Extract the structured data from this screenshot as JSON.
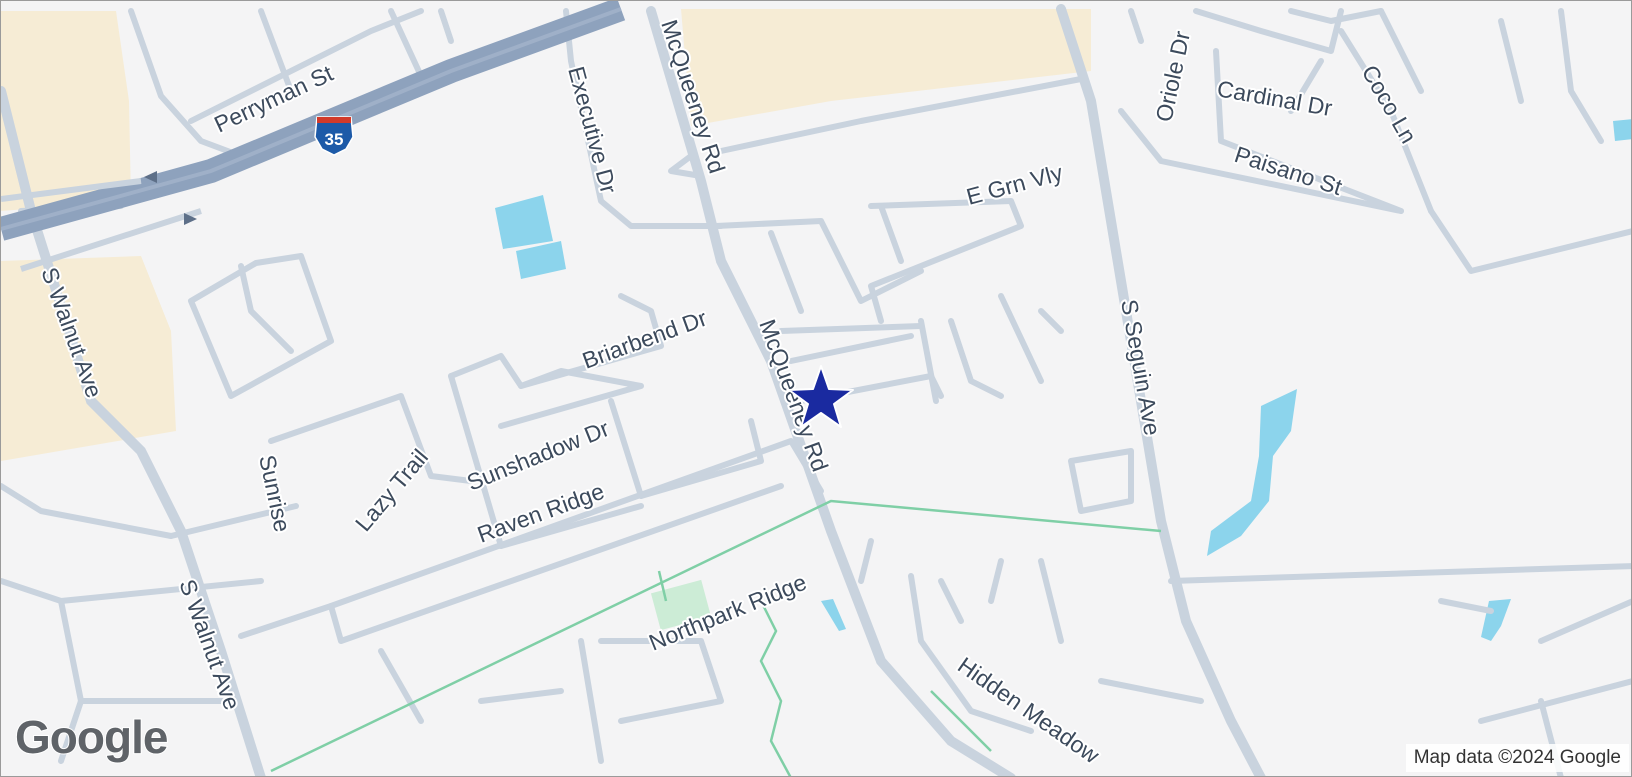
{
  "map": {
    "attribution": "Map data ©2024 Google",
    "logo_text": "Google",
    "interstate_shield": "35",
    "labels": {
      "perryman": "Perryman St",
      "executive": "Executive Dr",
      "mcqueeney_n": "McQueeney Rd",
      "mcqueeney_s": "McQueeney Rd",
      "e_grn_vly": "E Grn Vly",
      "oriole": "Oriole Dr",
      "cardinal": "Cardinal Dr",
      "paisano": "Paisano St",
      "coco": "Coco Ln",
      "walnut_n": "S Walnut Ave",
      "walnut_s": "S Walnut Ave",
      "briarbend": "Briarbend Dr",
      "sunshadow": "Sunshadow Dr",
      "sunrise": "Sunrise",
      "lazy_trail": "Lazy Trail",
      "raven_ridge": "Raven Ridge",
      "seguin": "S Seguin Ave",
      "northpark": "Northpark Ridge",
      "hidden_meadow": "Hidden Meadow"
    },
    "marker_icon": "star-marker-icon",
    "colors": {
      "background": "#f4f4f5",
      "road": "#c9d3de",
      "highway": "#8ea2bd",
      "water": "#8cd4ec",
      "commercial": "#f6ecd5",
      "park": "#ccecd6",
      "trail": "#7fcfa6",
      "marker": "#1a2aa0"
    }
  }
}
